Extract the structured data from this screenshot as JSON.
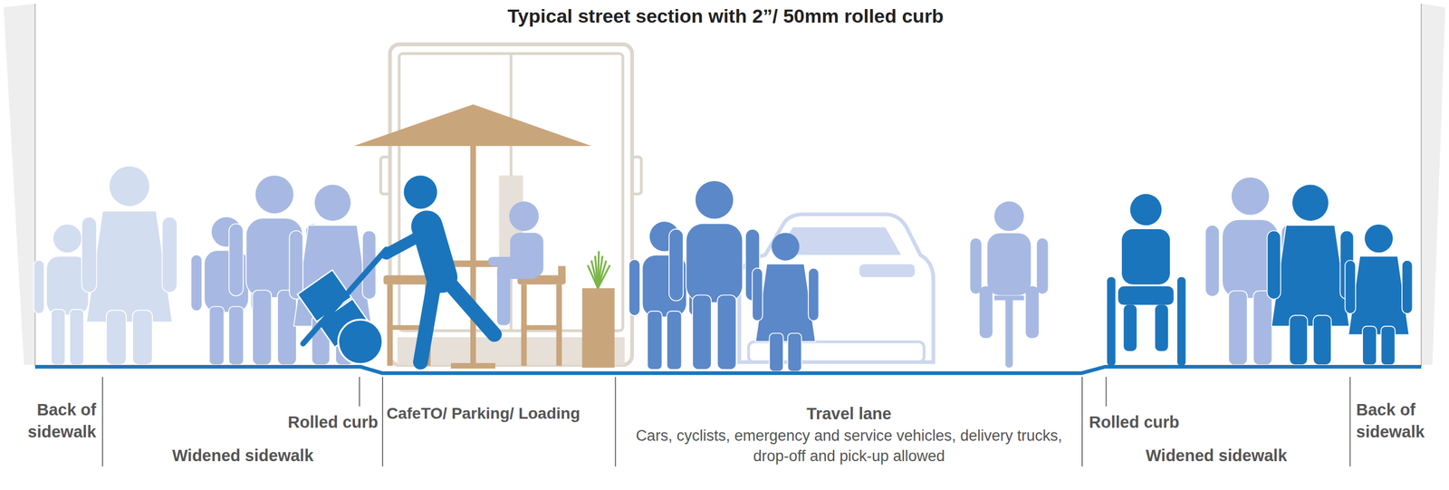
{
  "diagram": {
    "title": "Typical street section with 2”/ 50mm rolled curb",
    "labels": [
      "Back of sidewalk",
      "Rolled curb",
      "Widened sidewalk",
      "CafeTO/ Parking/ Loading",
      "Travel lane",
      "Cars, cyclists, emergency and service vehicles, delivery trucks, drop-off and pick-up allowed",
      "Rolled curb",
      "Widened sidewalk",
      "Back of sidewalk"
    ]
  }
}
